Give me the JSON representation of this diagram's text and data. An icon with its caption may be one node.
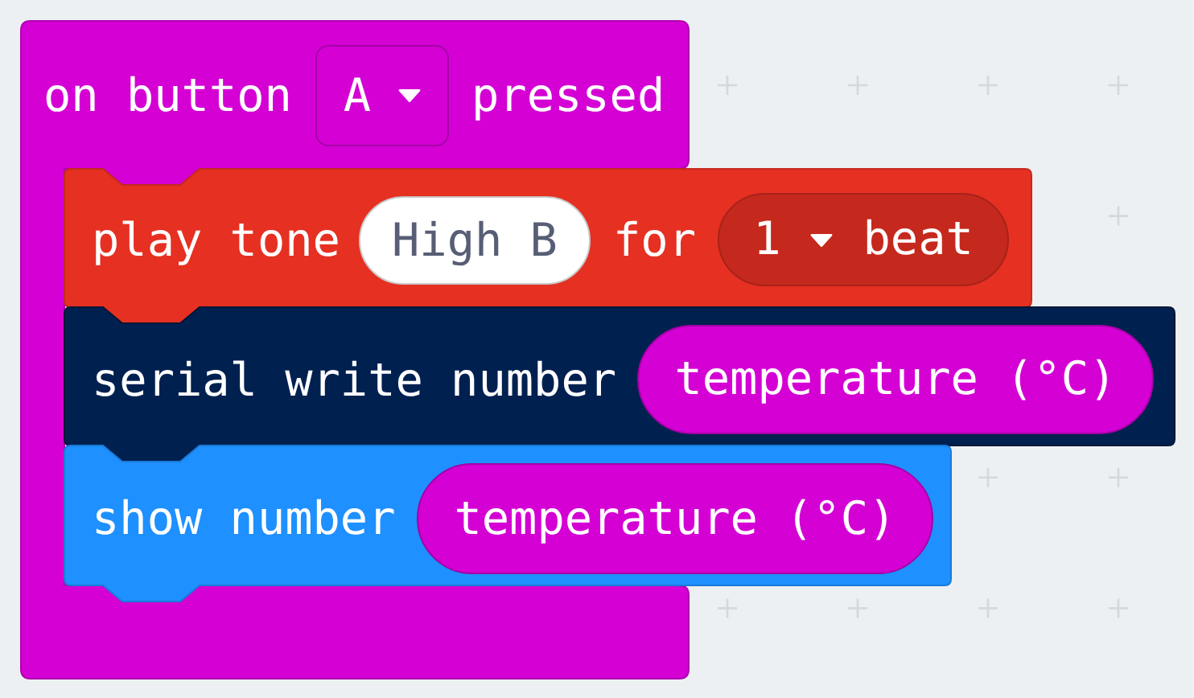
{
  "diagram": {
    "nodes": [
      {
        "text": [
          "on button",
          "pressed"
        ]
      },
      {
        "text": [
          "A"
        ],
        "in": 0
      },
      {
        "text": [
          "play tone",
          "for"
        ]
      },
      {
        "text": [
          "High B"
        ],
        "in": 2
      },
      {
        "text": [
          "1",
          "beat"
        ],
        "in": 2
      },
      {
        "text": [
          "serial write number"
        ]
      },
      {
        "text": [
          "temperature (°C)"
        ],
        "in": 5
      },
      {
        "text": [
          "show number"
        ]
      },
      {
        "text": [
          "temperature (°C)"
        ],
        "in": 7
      }
    ]
  }
}
